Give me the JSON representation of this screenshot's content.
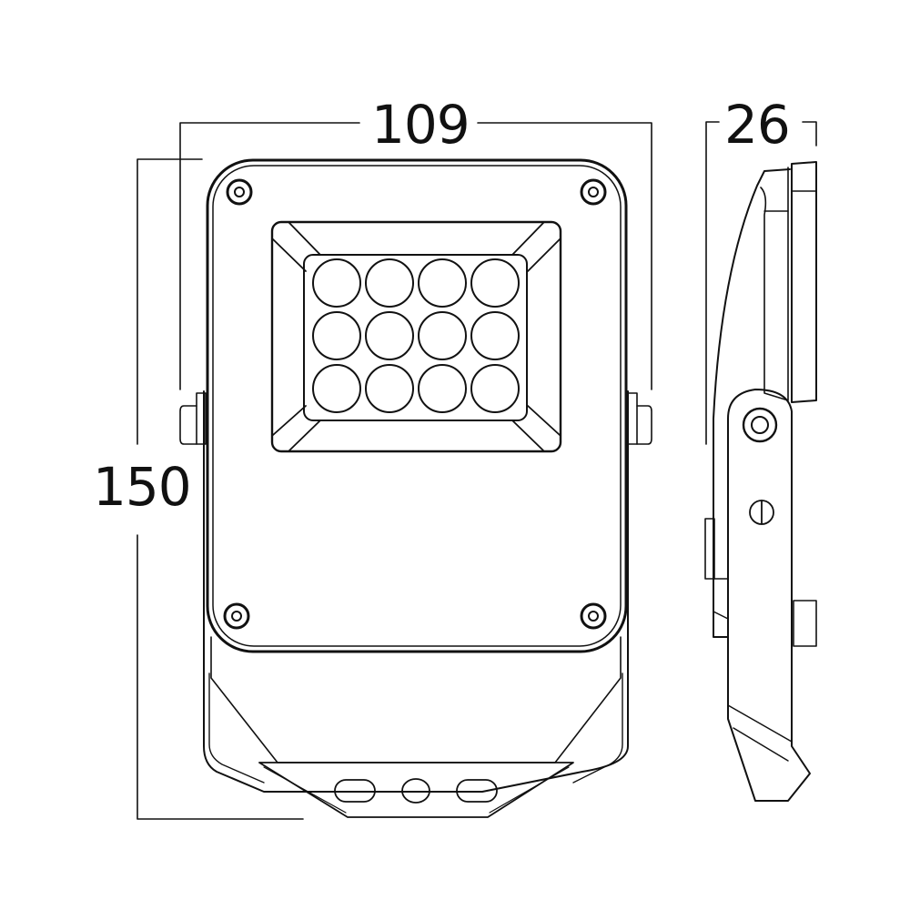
{
  "drawing": {
    "subject": "LED floodlight dimension drawing",
    "views": [
      "front-view",
      "side-view"
    ],
    "led_grid": {
      "rows": 3,
      "cols": 4,
      "count": 12
    },
    "stroke_color": "#111111",
    "background_color": "#ffffff"
  },
  "dimensions": {
    "width": "109",
    "height": "150",
    "depth": "26"
  }
}
